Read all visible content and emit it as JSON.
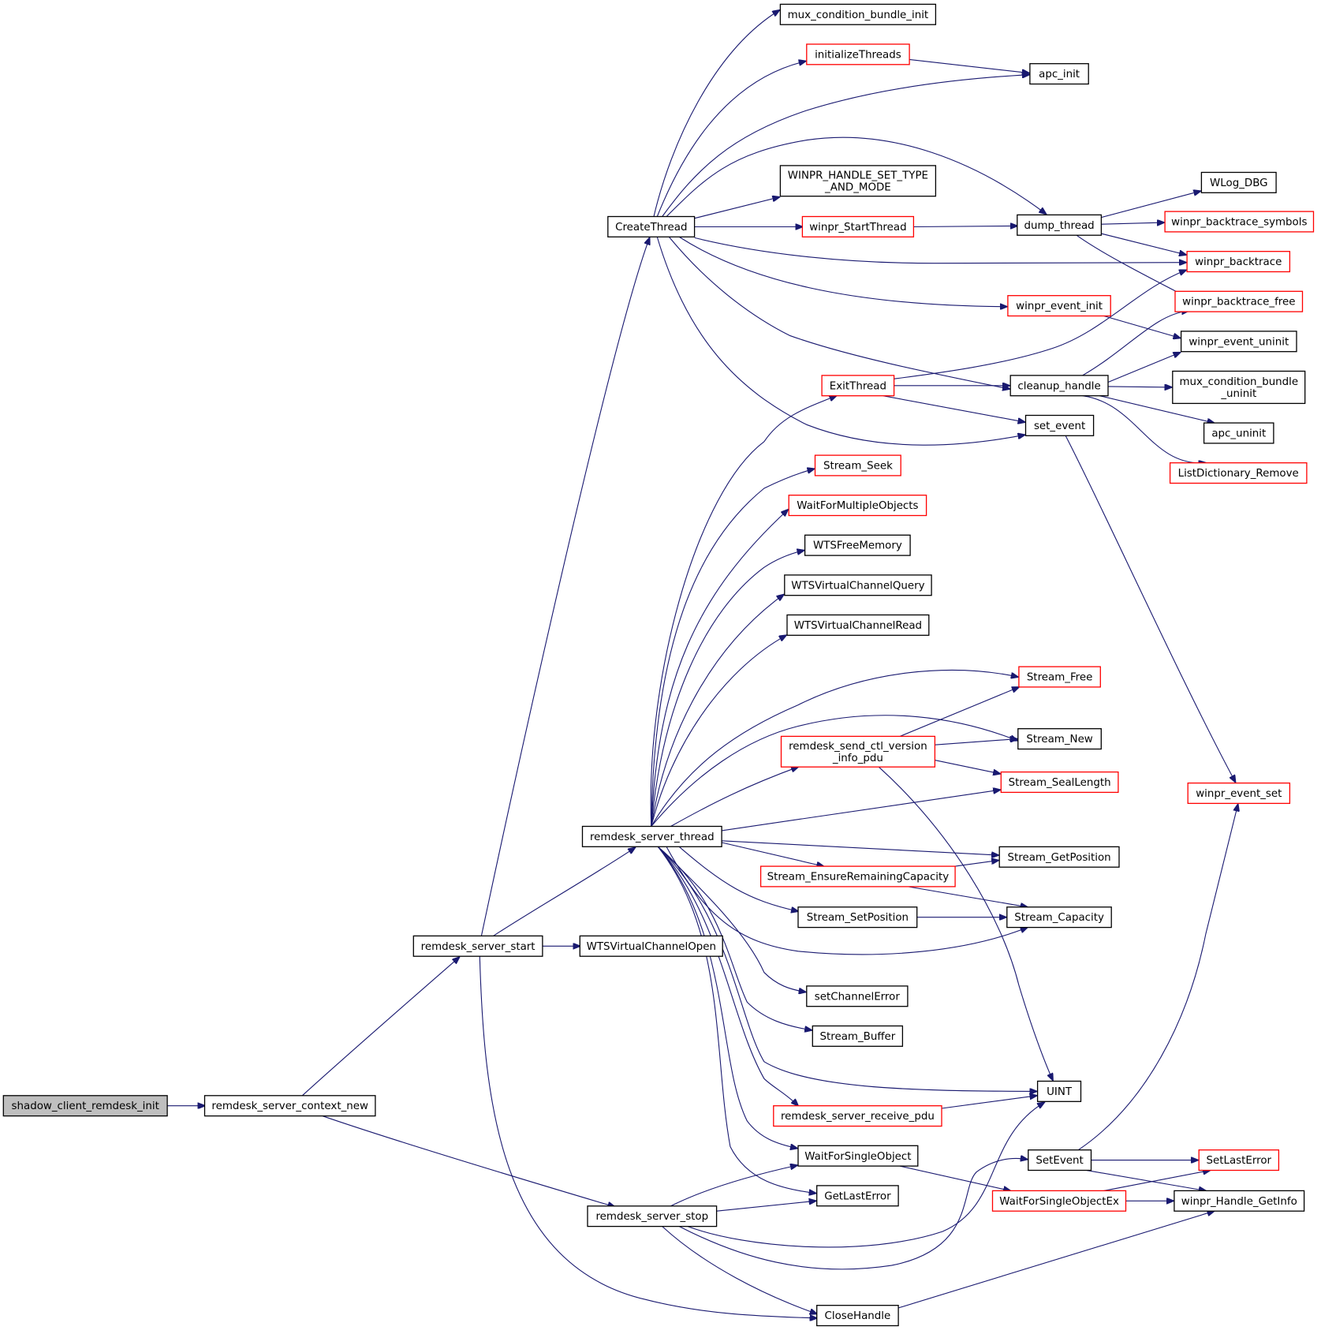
{
  "diagram": {
    "nodes": [
      {
        "id": "shadow_client_remdesk_init",
        "lines": [
          "shadow_client_remdesk_init"
        ],
        "style": "root"
      },
      {
        "id": "remdesk_server_context_new",
        "lines": [
          "remdesk_server_context_new"
        ],
        "style": "black"
      },
      {
        "id": "remdesk_server_start",
        "lines": [
          "remdesk_server_start"
        ],
        "style": "black"
      },
      {
        "id": "remdesk_server_stop",
        "lines": [
          "remdesk_server_stop"
        ],
        "style": "black"
      },
      {
        "id": "CreateThread",
        "lines": [
          "CreateThread"
        ],
        "style": "black"
      },
      {
        "id": "remdesk_server_thread",
        "lines": [
          "remdesk_server_thread"
        ],
        "style": "black"
      },
      {
        "id": "WTSVirtualChannelOpen",
        "lines": [
          "WTSVirtualChannelOpen"
        ],
        "style": "black"
      },
      {
        "id": "mux_condition_bundle_init",
        "lines": [
          "mux_condition_bundle_init"
        ],
        "style": "black"
      },
      {
        "id": "initializeThreads",
        "lines": [
          "initializeThreads"
        ],
        "style": "red"
      },
      {
        "id": "WINPR_HANDLE_SET_TYPE_AND_MODE",
        "lines": [
          "WINPR_HANDLE_SET_TYPE",
          "_AND_MODE"
        ],
        "style": "black"
      },
      {
        "id": "winpr_StartThread",
        "lines": [
          "winpr_StartThread"
        ],
        "style": "red"
      },
      {
        "id": "ExitThread",
        "lines": [
          "ExitThread"
        ],
        "style": "red"
      },
      {
        "id": "Stream_Seek",
        "lines": [
          "Stream_Seek"
        ],
        "style": "red"
      },
      {
        "id": "WaitForMultipleObjects",
        "lines": [
          "WaitForMultipleObjects"
        ],
        "style": "red"
      },
      {
        "id": "WTSFreeMemory",
        "lines": [
          "WTSFreeMemory"
        ],
        "style": "black"
      },
      {
        "id": "WTSVirtualChannelQuery",
        "lines": [
          "WTSVirtualChannelQuery"
        ],
        "style": "black"
      },
      {
        "id": "WTSVirtualChannelRead",
        "lines": [
          "WTSVirtualChannelRead"
        ],
        "style": "black"
      },
      {
        "id": "remdesk_send_ctl_version_info_pdu",
        "lines": [
          "remdesk_send_ctl_version",
          "_info_pdu"
        ],
        "style": "red"
      },
      {
        "id": "Stream_EnsureRemainingCapacity",
        "lines": [
          "Stream_EnsureRemainingCapacity"
        ],
        "style": "red"
      },
      {
        "id": "Stream_SetPosition",
        "lines": [
          "Stream_SetPosition"
        ],
        "style": "black"
      },
      {
        "id": "setChannelError",
        "lines": [
          "setChannelError"
        ],
        "style": "black"
      },
      {
        "id": "Stream_Buffer",
        "lines": [
          "Stream_Buffer"
        ],
        "style": "black"
      },
      {
        "id": "remdesk_server_receive_pdu",
        "lines": [
          "remdesk_server_receive_pdu"
        ],
        "style": "red"
      },
      {
        "id": "WaitForSingleObject",
        "lines": [
          "WaitForSingleObject"
        ],
        "style": "black"
      },
      {
        "id": "GetLastError",
        "lines": [
          "GetLastError"
        ],
        "style": "black"
      },
      {
        "id": "CloseHandle",
        "lines": [
          "CloseHandle"
        ],
        "style": "black"
      },
      {
        "id": "apc_init",
        "lines": [
          "apc_init"
        ],
        "style": "black"
      },
      {
        "id": "dump_thread",
        "lines": [
          "dump_thread"
        ],
        "style": "black"
      },
      {
        "id": "winpr_event_init",
        "lines": [
          "winpr_event_init"
        ],
        "style": "red"
      },
      {
        "id": "cleanup_handle",
        "lines": [
          "cleanup_handle"
        ],
        "style": "black"
      },
      {
        "id": "set_event",
        "lines": [
          "set_event"
        ],
        "style": "black"
      },
      {
        "id": "Stream_Free",
        "lines": [
          "Stream_Free"
        ],
        "style": "red"
      },
      {
        "id": "Stream_New",
        "lines": [
          "Stream_New"
        ],
        "style": "black"
      },
      {
        "id": "Stream_SealLength",
        "lines": [
          "Stream_SealLength"
        ],
        "style": "red"
      },
      {
        "id": "Stream_GetPosition",
        "lines": [
          "Stream_GetPosition"
        ],
        "style": "black"
      },
      {
        "id": "Stream_Capacity",
        "lines": [
          "Stream_Capacity"
        ],
        "style": "black"
      },
      {
        "id": "UINT",
        "lines": [
          "UINT"
        ],
        "style": "black"
      },
      {
        "id": "SetEvent",
        "lines": [
          "SetEvent"
        ],
        "style": "black"
      },
      {
        "id": "WaitForSingleObjectEx",
        "lines": [
          "WaitForSingleObjectEx"
        ],
        "style": "red"
      },
      {
        "id": "WLog_DBG",
        "lines": [
          "WLog_DBG"
        ],
        "style": "black"
      },
      {
        "id": "winpr_backtrace_symbols",
        "lines": [
          "winpr_backtrace_symbols"
        ],
        "style": "red"
      },
      {
        "id": "winpr_backtrace",
        "lines": [
          "winpr_backtrace"
        ],
        "style": "red"
      },
      {
        "id": "winpr_backtrace_free",
        "lines": [
          "winpr_backtrace_free"
        ],
        "style": "red"
      },
      {
        "id": "winpr_event_uninit",
        "lines": [
          "winpr_event_uninit"
        ],
        "style": "black"
      },
      {
        "id": "mux_condition_bundle_uninit",
        "lines": [
          "mux_condition_bundle",
          "_uninit"
        ],
        "style": "black"
      },
      {
        "id": "apc_uninit",
        "lines": [
          "apc_uninit"
        ],
        "style": "black"
      },
      {
        "id": "ListDictionary_Remove",
        "lines": [
          "ListDictionary_Remove"
        ],
        "style": "red"
      },
      {
        "id": "winpr_event_set",
        "lines": [
          "winpr_event_set"
        ],
        "style": "red"
      },
      {
        "id": "SetLastError",
        "lines": [
          "SetLastError"
        ],
        "style": "red"
      },
      {
        "id": "winpr_Handle_GetInfo",
        "lines": [
          "winpr_Handle_GetInfo"
        ],
        "style": "black"
      }
    ],
    "edges": [
      [
        "shadow_client_remdesk_init",
        "remdesk_server_context_new"
      ],
      [
        "remdesk_server_context_new",
        "remdesk_server_start"
      ],
      [
        "remdesk_server_context_new",
        "remdesk_server_stop"
      ],
      [
        "remdesk_server_start",
        "CreateThread"
      ],
      [
        "remdesk_server_start",
        "remdesk_server_thread"
      ],
      [
        "remdesk_server_start",
        "WTSVirtualChannelOpen"
      ],
      [
        "remdesk_server_start",
        "CloseHandle"
      ],
      [
        "CreateThread",
        "mux_condition_bundle_init"
      ],
      [
        "CreateThread",
        "initializeThreads"
      ],
      [
        "CreateThread",
        "apc_init"
      ],
      [
        "CreateThread",
        "dump_thread"
      ],
      [
        "CreateThread",
        "WINPR_HANDLE_SET_TYPE_AND_MODE"
      ],
      [
        "CreateThread",
        "winpr_StartThread"
      ],
      [
        "CreateThread",
        "winpr_backtrace"
      ],
      [
        "CreateThread",
        "winpr_event_init"
      ],
      [
        "CreateThread",
        "cleanup_handle"
      ],
      [
        "CreateThread",
        "set_event"
      ],
      [
        "initializeThreads",
        "apc_init"
      ],
      [
        "winpr_StartThread",
        "dump_thread"
      ],
      [
        "dump_thread",
        "WLog_DBG"
      ],
      [
        "dump_thread",
        "winpr_backtrace_symbols"
      ],
      [
        "dump_thread",
        "winpr_backtrace"
      ],
      [
        "dump_thread",
        "winpr_backtrace_free"
      ],
      [
        "winpr_event_init",
        "winpr_event_uninit"
      ],
      [
        "ExitThread",
        "winpr_backtrace"
      ],
      [
        "ExitThread",
        "cleanup_handle"
      ],
      [
        "ExitThread",
        "set_event"
      ],
      [
        "cleanup_handle",
        "winpr_backtrace_free"
      ],
      [
        "cleanup_handle",
        "winpr_event_uninit"
      ],
      [
        "cleanup_handle",
        "mux_condition_bundle_uninit"
      ],
      [
        "cleanup_handle",
        "apc_uninit"
      ],
      [
        "cleanup_handle",
        "ListDictionary_Remove"
      ],
      [
        "set_event",
        "winpr_event_set"
      ],
      [
        "remdesk_server_thread",
        "ExitThread"
      ],
      [
        "remdesk_server_thread",
        "Stream_Seek"
      ],
      [
        "remdesk_server_thread",
        "WaitForMultipleObjects"
      ],
      [
        "remdesk_server_thread",
        "WTSFreeMemory"
      ],
      [
        "remdesk_server_thread",
        "WTSVirtualChannelQuery"
      ],
      [
        "remdesk_server_thread",
        "WTSVirtualChannelRead"
      ],
      [
        "remdesk_server_thread",
        "Stream_Free"
      ],
      [
        "remdesk_server_thread",
        "Stream_New"
      ],
      [
        "remdesk_server_thread",
        "remdesk_send_ctl_version_info_pdu"
      ],
      [
        "remdesk_server_thread",
        "Stream_SealLength"
      ],
      [
        "remdesk_server_thread",
        "Stream_GetPosition"
      ],
      [
        "remdesk_server_thread",
        "Stream_EnsureRemainingCapacity"
      ],
      [
        "remdesk_server_thread",
        "Stream_SetPosition"
      ],
      [
        "remdesk_server_thread",
        "Stream_Capacity"
      ],
      [
        "remdesk_server_thread",
        "setChannelError"
      ],
      [
        "remdesk_server_thread",
        "Stream_Buffer"
      ],
      [
        "remdesk_server_thread",
        "UINT"
      ],
      [
        "remdesk_server_thread",
        "remdesk_server_receive_pdu"
      ],
      [
        "remdesk_server_thread",
        "WaitForSingleObject"
      ],
      [
        "remdesk_server_thread",
        "GetLastError"
      ],
      [
        "remdesk_send_ctl_version_info_pdu",
        "Stream_Free"
      ],
      [
        "remdesk_send_ctl_version_info_pdu",
        "Stream_New"
      ],
      [
        "remdesk_send_ctl_version_info_pdu",
        "Stream_SealLength"
      ],
      [
        "remdesk_send_ctl_version_info_pdu",
        "UINT"
      ],
      [
        "Stream_EnsureRemainingCapacity",
        "Stream_GetPosition"
      ],
      [
        "Stream_EnsureRemainingCapacity",
        "Stream_Capacity"
      ],
      [
        "Stream_SetPosition",
        "Stream_Capacity"
      ],
      [
        "remdesk_server_receive_pdu",
        "UINT"
      ],
      [
        "WaitForSingleObject",
        "WaitForSingleObjectEx"
      ],
      [
        "WaitForSingleObjectEx",
        "SetLastError"
      ],
      [
        "WaitForSingleObjectEx",
        "winpr_Handle_GetInfo"
      ],
      [
        "SetEvent",
        "winpr_event_set"
      ],
      [
        "SetEvent",
        "SetLastError"
      ],
      [
        "SetEvent",
        "winpr_Handle_GetInfo"
      ],
      [
        "remdesk_server_stop",
        "WaitForSingleObject"
      ],
      [
        "remdesk_server_stop",
        "GetLastError"
      ],
      [
        "remdesk_server_stop",
        "UINT"
      ],
      [
        "remdesk_server_stop",
        "SetEvent"
      ],
      [
        "remdesk_server_stop",
        "CloseHandle"
      ],
      [
        "CloseHandle",
        "winpr_Handle_GetInfo"
      ]
    ]
  }
}
